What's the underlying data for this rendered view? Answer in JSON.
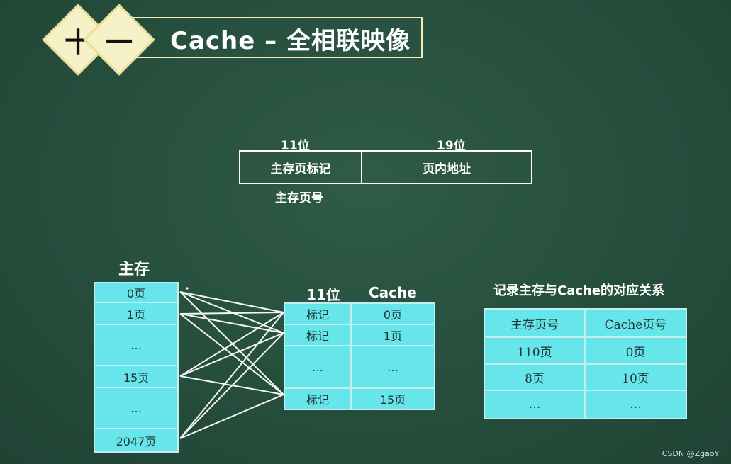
{
  "title": {
    "plus_glyph": "十",
    "minus_glyph": "一",
    "text": "Cache – 全相联映像"
  },
  "address_format": {
    "tag_bits": "11位",
    "offset_bits": "19位",
    "tag_field": "主存页标记",
    "offset_field": "页内地址",
    "below_label": "主存页号"
  },
  "main_memory": {
    "title": "主存",
    "cells": [
      "0页",
      "1页",
      "…",
      "15页",
      "…",
      "2047页"
    ]
  },
  "cache": {
    "header_tag": "11位",
    "header_cache": "Cache",
    "rows": [
      [
        "标记",
        "0页"
      ],
      [
        "标记",
        "1页"
      ],
      [
        "…",
        "…"
      ],
      [
        "标记",
        "15页"
      ]
    ]
  },
  "mapping_table": {
    "title": "记录主存与Cache的对应关系",
    "headers": [
      "主存页号",
      "Cache页号"
    ],
    "rows": [
      [
        "110页",
        "0页"
      ],
      [
        "8页",
        "10页"
      ],
      [
        "…",
        "…"
      ]
    ]
  },
  "footer": "CSDN @ZgaoYi"
}
